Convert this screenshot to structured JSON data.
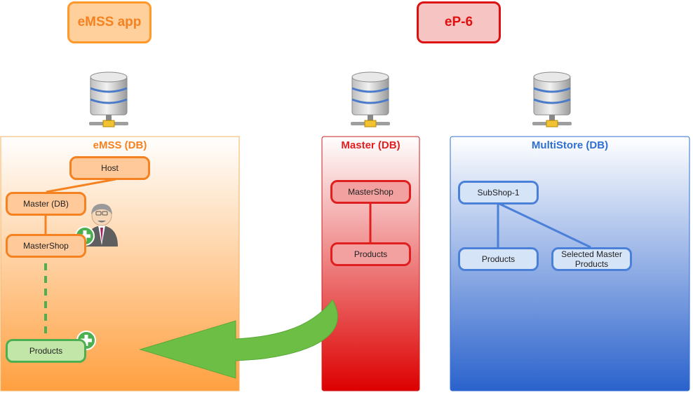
{
  "apps": {
    "emss": "eMSS app",
    "ep6": "eP-6"
  },
  "panels": {
    "emss": {
      "title": "eMSS (DB)",
      "nodes": {
        "host": "Host",
        "master": "Master (DB)",
        "mastershop": "MasterShop",
        "products": "Products"
      }
    },
    "master": {
      "title": "Master (DB)",
      "nodes": {
        "mastershop": "MasterShop",
        "products": "Products"
      }
    },
    "multistore": {
      "title": "MultiStore (DB)",
      "nodes": {
        "subshop": "SubShop-1",
        "products": "Products",
        "selected": "Selected Master Products"
      }
    }
  },
  "colors": {
    "emss": "#f58220",
    "master": "#e02020",
    "multistore": "#2f6fd0",
    "plus": "#4caf50",
    "arrow": "#6cbf44"
  },
  "icons": [
    "database-icon",
    "user-icon",
    "plus-icon",
    "arrow-icon"
  ]
}
